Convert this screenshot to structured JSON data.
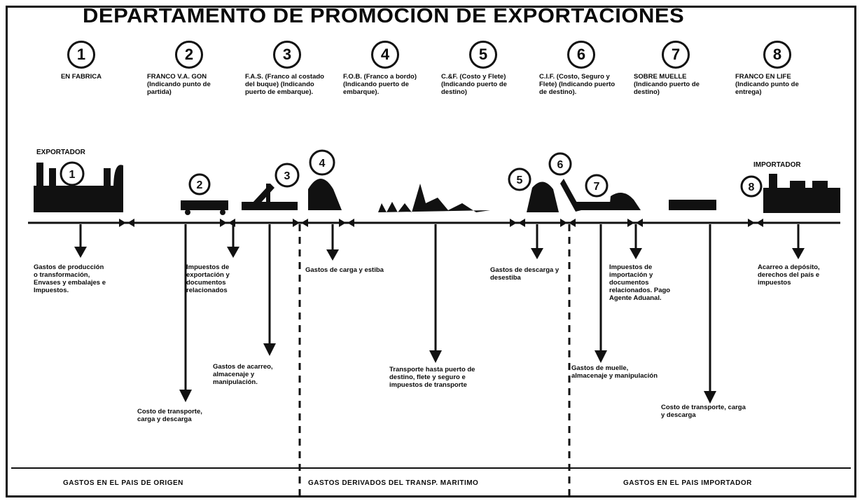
{
  "title": "DEPARTAMENTO DE PROMOCION DE EXPORTACIONES",
  "terms": [
    {
      "num": "1",
      "label": "EN FABRICA"
    },
    {
      "num": "2",
      "label": "FRANCO V.A. GON (Indicando punto de partida)"
    },
    {
      "num": "3",
      "label": "F.A.S. (Franco al costado del buque) (Indicando puerto de embarque)."
    },
    {
      "num": "4",
      "label": "F.O.B. (Franco a bordo) (Indicando puerto de embarque)."
    },
    {
      "num": "5",
      "label": "C.&F. (Costo y Flete) (Indicando puerto de destino)"
    },
    {
      "num": "6",
      "label": "C.I.F. (Costo, Seguro y Flete) (Indicando puerto de destino)."
    },
    {
      "num": "7",
      "label": "SOBRE MUELLE (Indicando puerto de destino)"
    },
    {
      "num": "8",
      "label": "FRANCO EN LIFE (Indicando punto de entrega)"
    }
  ],
  "parties": {
    "exporter": "EXPORTADOR",
    "importer": "IMPORTADOR"
  },
  "costs": [
    "Gastos de producción o transformación, Envases y embalajes e Impuestos.",
    "Impuestos de exportación y documentos relacionados",
    "Gastos de carga y estiba",
    "Gastos de descarga y desestiba",
    "Impuestos de importación y documentos relacionados. Pago Agente Aduanal.",
    "Acarreo a depósito, derechos del país e impuestos",
    "Gastos de acarreo, almacenaje y manipulación.",
    "Costo de transporte, carga y descarga",
    "Transporte hasta puerto de destino, flete y seguro e impuestos de transporte",
    "Gastos de muelle, almacenaje y manipulación",
    "Costo de transporte, carga y descarga"
  ],
  "sections": [
    "GASTOS EN EL PAIS DE ORIGEN",
    "GASTOS DERIVADOS DEL TRANSP. MARITIMO",
    "GASTOS EN EL PAIS IMPORTADOR"
  ]
}
